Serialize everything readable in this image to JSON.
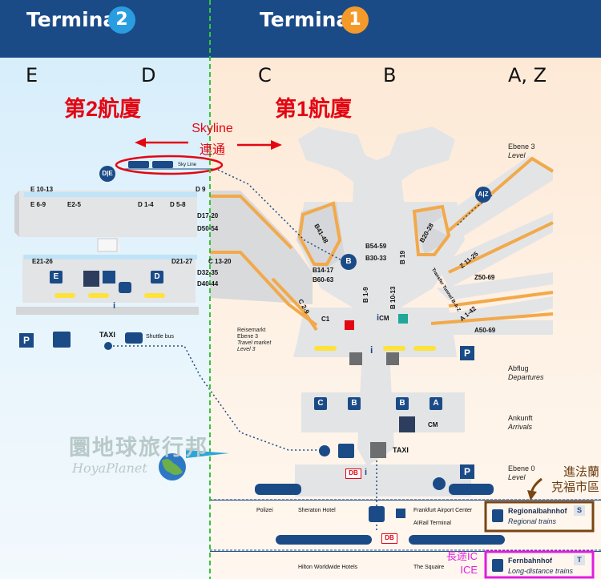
{
  "header": {
    "terminal2": {
      "label": "Terminal",
      "number": "2",
      "color": "#2a9de0"
    },
    "terminal1": {
      "label": "Terminal",
      "number": "1",
      "color": "#f39a2b"
    },
    "bar_color": "#1b4b87"
  },
  "concourses": {
    "t2": [
      "E",
      "D"
    ],
    "t1": [
      "C",
      "B",
      "A, Z"
    ]
  },
  "annotations": {
    "terminal2_cn": "第2航廈",
    "terminal1_cn": "第1航廈",
    "skyline_line1": "Skyline",
    "skyline_line2": "連通",
    "regional_note_line1": "進法蘭",
    "regional_note_line2": "克福市區",
    "longdistance_note_line1": "長途IC",
    "longdistance_note_line2": "ICE"
  },
  "levels": {
    "ebene3": {
      "line1": "Ebene 3",
      "line2": "Level"
    },
    "abflug": {
      "line1": "Abflug",
      "line2": "Departures"
    },
    "ankunft": {
      "line1": "Ankunft",
      "line2": "Arrivals"
    },
    "ebene0": {
      "line1": "Ebene 0",
      "line2": "Level"
    },
    "reisemarkt": {
      "line1": "Reisemarkt",
      "line2": "Ebene 3",
      "line3": "Travel market",
      "line4": "Level 3"
    }
  },
  "gates": {
    "t2": [
      "E 10-13",
      "D 9",
      "E 6-9",
      "E2-5",
      "D 1-4",
      "D 5-8",
      "E21-26",
      "D21-27"
    ],
    "mid": [
      "D17-20",
      "D50-54",
      "C 13-20",
      "D32-35",
      "D40-44"
    ],
    "b_center": [
      "B54-59",
      "B30-33",
      "B14-17",
      "B60-63",
      "B 1-9",
      "B 10-13",
      "B 19"
    ],
    "b_rot": [
      "B41-48",
      "B20-28"
    ],
    "c": [
      "C 2-9",
      "C1"
    ],
    "a": [
      "Z 11-25",
      "Z50-69",
      "A 1-42",
      "A50-69"
    ],
    "tunnel": "Transfer Tunnel B-A-Z"
  },
  "labels": {
    "skyline_train": "Sky Line",
    "de_badge": "D|E",
    "b_badge": "B",
    "az_badge": "A|Z",
    "taxi_t2": "TAXI",
    "shuttle_bus": "Shuttle bus",
    "taxi_t1": "TAXI",
    "cm1": "CM",
    "cm2": "CM",
    "parking": "P",
    "db": "DB",
    "info": "i",
    "pier_a": "A",
    "pier_b": "B",
    "pier_c": "C",
    "pier_d": "D",
    "pier_e": "E",
    "polizei": "Polizei",
    "sheraton": "Sheraton Hotel",
    "fac": "Frankfurt Airport Center",
    "airrail": "AIRail Terminal",
    "hilton": "Hilton Worldwide Hotels",
    "squaire": "The Squaire",
    "regional": {
      "title": "Regionalbahnhof",
      "subtitle": "Regional trains",
      "badge": "S"
    },
    "longdistance": {
      "title": "Fernbahnhof",
      "subtitle": "Long-distance trains",
      "badge": "T"
    }
  },
  "watermark": {
    "title": "圜地球旅行邦",
    "subtitle": "HoyaPlanet"
  },
  "colors": {
    "t2_bg": "#d7eefb",
    "t1_bg": "#fde9d6",
    "building": "#e3e4e6",
    "orange_outline": "#f2a94a",
    "divider": "#37c43a",
    "red_highlight": "#e30613",
    "brown_box": "#7a4512",
    "pink_box": "#e21ce0",
    "gate_red": "#e3262b",
    "yellow_marker": "#ffe23a",
    "navy": "#1b4b87"
  }
}
